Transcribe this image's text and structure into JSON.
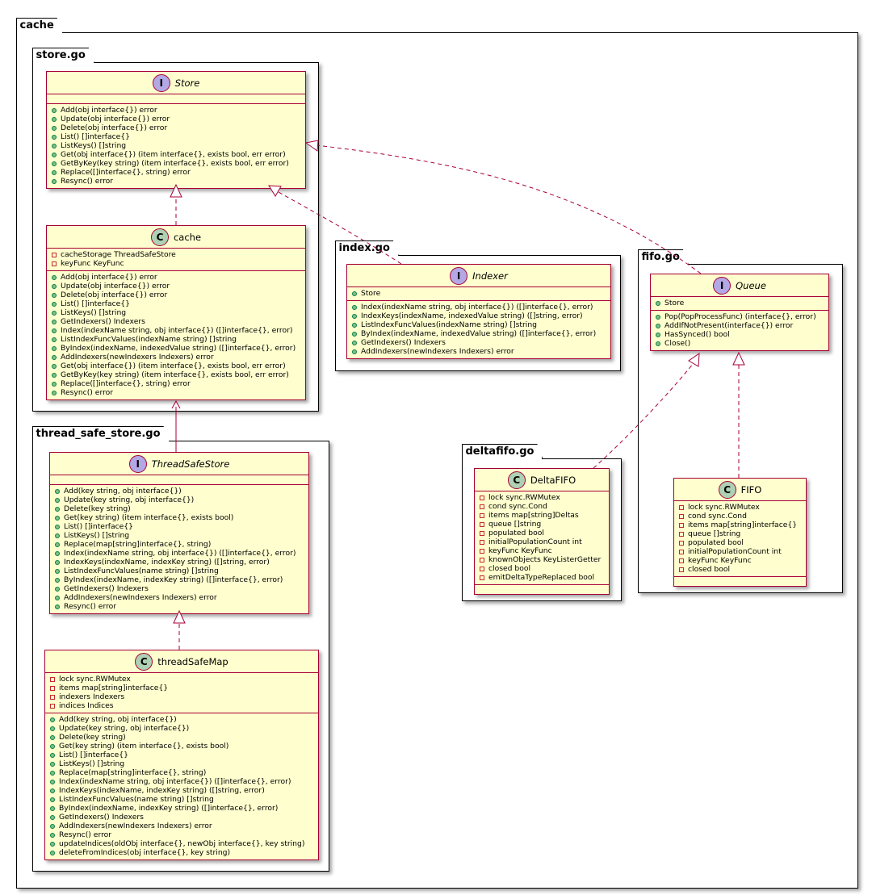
{
  "packages": {
    "cache": "cache",
    "store": "store.go",
    "index": "index.go",
    "fifo": "fifo.go",
    "thread_safe_store": "thread_safe_store.go",
    "deltafifo": "deltafifo.go"
  },
  "classes": {
    "store": {
      "kind": "I",
      "name": "Store",
      "italic": true,
      "fields": [],
      "methods": [
        {
          "vis": "public",
          "text": "Add(obj interface{}) error"
        },
        {
          "vis": "public",
          "text": "Update(obj interface{}) error"
        },
        {
          "vis": "public",
          "text": "Delete(obj interface{}) error"
        },
        {
          "vis": "public",
          "text": "List() []interface{}"
        },
        {
          "vis": "public",
          "text": "ListKeys() []string"
        },
        {
          "vis": "public",
          "text": "Get(obj interface{}) (item interface{}, exists bool, err error)"
        },
        {
          "vis": "public",
          "text": "GetByKey(key string) (item interface{}, exists bool, err error)"
        },
        {
          "vis": "public",
          "text": "Replace([]interface{}, string) error"
        },
        {
          "vis": "public",
          "text": "Resync() error"
        }
      ]
    },
    "cache": {
      "kind": "C",
      "name": "cache",
      "italic": false,
      "fields": [
        {
          "vis": "private",
          "text": "cacheStorage ThreadSafeStore"
        },
        {
          "vis": "private",
          "text": "keyFunc KeyFunc"
        }
      ],
      "methods": [
        {
          "vis": "public",
          "text": "Add(obj interface{}) error"
        },
        {
          "vis": "public",
          "text": "Update(obj interface{}) error"
        },
        {
          "vis": "public",
          "text": "Delete(obj interface{}) error"
        },
        {
          "vis": "public",
          "text": "List() []interface{}"
        },
        {
          "vis": "public",
          "text": "ListKeys() []string"
        },
        {
          "vis": "public",
          "text": "GetIndexers() Indexers"
        },
        {
          "vis": "public",
          "text": "Index(indexName string, obj interface{}) ([]interface{}, error)"
        },
        {
          "vis": "public",
          "text": "ListIndexFuncValues(indexName string) []string"
        },
        {
          "vis": "public",
          "text": "ByIndex(indexName, indexedValue string) ([]interface{}, error)"
        },
        {
          "vis": "public",
          "text": "AddIndexers(newIndexers Indexers) error"
        },
        {
          "vis": "public",
          "text": "Get(obj interface{}) (item interface{}, exists bool, err error)"
        },
        {
          "vis": "public",
          "text": "GetByKey(key string) (item interface{}, exists bool, err error)"
        },
        {
          "vis": "public",
          "text": "Replace([]interface{}, string) error"
        },
        {
          "vis": "public",
          "text": "Resync() error"
        }
      ]
    },
    "indexer": {
      "kind": "I",
      "name": "Indexer",
      "italic": true,
      "fields": [
        {
          "vis": "public",
          "text": "Store"
        }
      ],
      "methods": [
        {
          "vis": "public",
          "text": "Index(indexName string, obj interface{}) ([]interface{}, error)"
        },
        {
          "vis": "public",
          "text": "IndexKeys(indexName, indexedValue string) ([]string, error)"
        },
        {
          "vis": "public",
          "text": "ListIndexFuncValues(indexName string) []string"
        },
        {
          "vis": "public",
          "text": "ByIndex(indexName, indexedValue string) ([]interface{}, error)"
        },
        {
          "vis": "public",
          "text": "GetIndexers() Indexers"
        },
        {
          "vis": "public",
          "text": "AddIndexers(newIndexers Indexers) error"
        }
      ]
    },
    "queue": {
      "kind": "I",
      "name": "Queue",
      "italic": true,
      "fields": [
        {
          "vis": "public",
          "text": "Store"
        }
      ],
      "methods": [
        {
          "vis": "public",
          "text": "Pop(PopProcessFunc) (interface{}, error)"
        },
        {
          "vis": "public",
          "text": "AddIfNotPresent(interface{}) error"
        },
        {
          "vis": "public",
          "text": "HasSynced() bool"
        },
        {
          "vis": "public",
          "text": "Close()"
        }
      ]
    },
    "threadsafestore": {
      "kind": "I",
      "name": "ThreadSafeStore",
      "italic": true,
      "fields": [],
      "methods": [
        {
          "vis": "public",
          "text": "Add(key string, obj interface{})"
        },
        {
          "vis": "public",
          "text": "Update(key string, obj interface{})"
        },
        {
          "vis": "public",
          "text": "Delete(key string)"
        },
        {
          "vis": "public",
          "text": "Get(key string) (item interface{}, exists bool)"
        },
        {
          "vis": "public",
          "text": "List() []interface{}"
        },
        {
          "vis": "public",
          "text": "ListKeys() []string"
        },
        {
          "vis": "public",
          "text": "Replace(map[string]interface{}, string)"
        },
        {
          "vis": "public",
          "text": "Index(indexName string, obj interface{}) ([]interface{}, error)"
        },
        {
          "vis": "public",
          "text": "IndexKeys(indexName, indexKey string) ([]string, error)"
        },
        {
          "vis": "public",
          "text": "ListIndexFuncValues(name string) []string"
        },
        {
          "vis": "public",
          "text": "ByIndex(indexName, indexKey string) ([]interface{}, error)"
        },
        {
          "vis": "public",
          "text": "GetIndexers() Indexers"
        },
        {
          "vis": "public",
          "text": "AddIndexers(newIndexers Indexers) error"
        },
        {
          "vis": "public",
          "text": "Resync() error"
        }
      ]
    },
    "deltafifo": {
      "kind": "C",
      "name": "DeltaFIFO",
      "italic": false,
      "fields": [
        {
          "vis": "private",
          "text": "lock sync.RWMutex"
        },
        {
          "vis": "private",
          "text": "cond sync.Cond"
        },
        {
          "vis": "private",
          "text": "items map[string]Deltas"
        },
        {
          "vis": "private",
          "text": "queue []string"
        },
        {
          "vis": "private",
          "text": "populated bool"
        },
        {
          "vis": "private",
          "text": "initialPopulationCount int"
        },
        {
          "vis": "private",
          "text": "keyFunc KeyFunc"
        },
        {
          "vis": "private",
          "text": "knownObjects KeyListerGetter"
        },
        {
          "vis": "private",
          "text": "closed bool"
        },
        {
          "vis": "private",
          "text": "emitDeltaTypeReplaced bool"
        }
      ],
      "methods": []
    },
    "fifo": {
      "kind": "C",
      "name": "FIFO",
      "italic": false,
      "fields": [
        {
          "vis": "private",
          "text": "lock sync.RWMutex"
        },
        {
          "vis": "private",
          "text": "cond sync.Cond"
        },
        {
          "vis": "private",
          "text": "items map[string]interface{}"
        },
        {
          "vis": "private",
          "text": "queue []string"
        },
        {
          "vis": "private",
          "text": "populated bool"
        },
        {
          "vis": "private",
          "text": "initialPopulationCount int"
        },
        {
          "vis": "private",
          "text": "keyFunc KeyFunc"
        },
        {
          "vis": "private",
          "text": "closed bool"
        }
      ],
      "methods": []
    },
    "threadsafemap": {
      "kind": "C",
      "name": "threadSafeMap",
      "italic": false,
      "fields": [
        {
          "vis": "private",
          "text": "lock  sync.RWMutex"
        },
        {
          "vis": "private",
          "text": "items map[string]interface{}"
        },
        {
          "vis": "private",
          "text": "indexers Indexers"
        },
        {
          "vis": "private",
          "text": "indices Indices"
        }
      ],
      "methods": [
        {
          "vis": "public",
          "text": "Add(key string, obj interface{})"
        },
        {
          "vis": "public",
          "text": "Update(key string, obj interface{})"
        },
        {
          "vis": "public",
          "text": "Delete(key string)"
        },
        {
          "vis": "public",
          "text": "Get(key string) (item interface{}, exists bool)"
        },
        {
          "vis": "public",
          "text": "List() []interface{}"
        },
        {
          "vis": "public",
          "text": "ListKeys() []string"
        },
        {
          "vis": "public",
          "text": "Replace(map[string]interface{}, string)"
        },
        {
          "vis": "public",
          "text": "Index(indexName string, obj interface{}) ([]interface{}, error)"
        },
        {
          "vis": "public",
          "text": "IndexKeys(indexName, indexKey string) ([]string, error)"
        },
        {
          "vis": "public",
          "text": "ListIndexFuncValues(name string) []string"
        },
        {
          "vis": "public",
          "text": "ByIndex(indexName, indexKey string) ([]interface{}, error)"
        },
        {
          "vis": "public",
          "text": "GetIndexers() Indexers"
        },
        {
          "vis": "public",
          "text": "AddIndexers(newIndexers Indexers) error"
        },
        {
          "vis": "public",
          "text": "Resync() error"
        },
        {
          "vis": "public",
          "text": "updateIndices(oldObj interface{}, newObj interface{}, key string)"
        },
        {
          "vis": "public",
          "text": "deleteFromIndices(obj interface{}, key string)"
        }
      ]
    }
  },
  "colors": {
    "class_fill": "#FEFECE",
    "class_border": "#A80036",
    "interface_badge": "#B4A7E5",
    "class_badge": "#ADD1B2",
    "public_dot": "#84BE84",
    "private_square": "#C82930"
  }
}
